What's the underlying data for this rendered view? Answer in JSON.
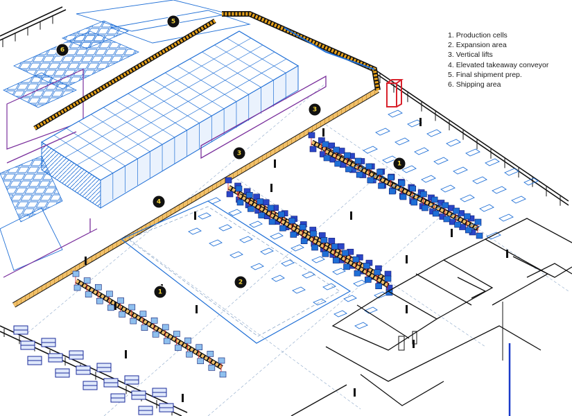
{
  "legend": [
    {
      "num": "1.",
      "text": "Production cells"
    },
    {
      "num": "2.",
      "text": "Expansion area"
    },
    {
      "num": "3.",
      "text": "Vertical lifts"
    },
    {
      "num": "4.",
      "text": "Elevated takeaway conveyor"
    },
    {
      "num": "5.",
      "text": "Final shipment prep."
    },
    {
      "num": "6.",
      "text": "Shipping area"
    }
  ],
  "markers": [
    "5",
    "6",
    "3",
    "3",
    "1",
    "4",
    "2",
    "1"
  ],
  "colors": {
    "blueprint": "#1f6fd6",
    "conveyor": "#e8a21a",
    "cell_dark": "#1a2a9a",
    "lift": "#d8212b",
    "wall": "#111111",
    "partition": "#7a2f9c",
    "marker_fill": "#111111",
    "marker_text": "#f2d23a"
  }
}
